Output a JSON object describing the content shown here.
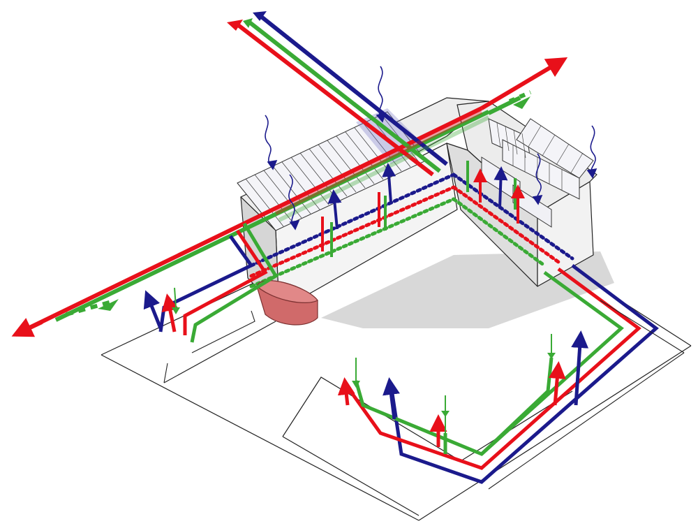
{
  "diagram": {
    "colors": {
      "red_line": "#e8101a",
      "green_line": "#3aaa35",
      "blue_line": "#1b1a8c",
      "outline": "#222222",
      "wall_light": "#f2f2f2",
      "wall_shade": "#dcdcdc",
      "wall_dark": "#c8c8c8",
      "shadow": "#d4d4d4",
      "panel_fill": "#f4f4f8",
      "glass_tint": "#a9a9d9",
      "tank_fill": "#d06a6a",
      "tank_dark": "#b04848"
    },
    "icons": {
      "heat_wave": "wavy-arrow",
      "supply_arrow": "arrowhead",
      "pipe_network": "triple-pipe"
    }
  }
}
